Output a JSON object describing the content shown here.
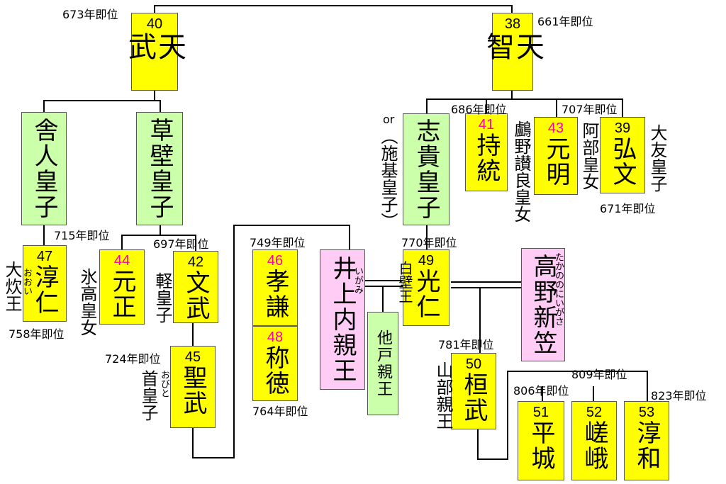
{
  "emperors": {
    "tenmu": {
      "num": "40",
      "name": "天武",
      "year": "673年即位"
    },
    "tenji": {
      "num": "38",
      "name": "天智",
      "year": "661年即位"
    },
    "jito": {
      "num": "41",
      "name": "持統",
      "year": "686年即位"
    },
    "genmei": {
      "num": "43",
      "name": "元明",
      "year": "707年即位"
    },
    "kobun": {
      "num": "39",
      "name": "弘文",
      "year": "671年即位"
    },
    "junnin": {
      "num": "47",
      "name": "淳仁",
      "year": "758年即位"
    },
    "gensho": {
      "num": "44",
      "name": "元正",
      "year": "715年即位"
    },
    "monmu": {
      "num": "42",
      "name": "文武",
      "year": "697年即位"
    },
    "shomu": {
      "num": "45",
      "name": "聖武",
      "year": "724年即位"
    },
    "koken": {
      "num": "46",
      "name": "孝謙",
      "year": "749年即位"
    },
    "shotoku": {
      "num": "48",
      "name": "称徳",
      "year": "764年即位"
    },
    "konin": {
      "num": "49",
      "name": "光仁",
      "year": "770年即位"
    },
    "kanmu": {
      "num": "50",
      "name": "桓武",
      "year": "781年即位"
    },
    "heizei": {
      "num": "51",
      "name": "平城",
      "year": "806年即位"
    },
    "saga": {
      "num": "52",
      "name": "嵯峨",
      "year": "809年即位"
    },
    "junna": {
      "num": "53",
      "name": "淳和",
      "year": "823年即位"
    }
  },
  "others": {
    "toneri": "舎人皇子",
    "kusakabe": "草壁皇子",
    "shiki": "志貴皇子",
    "inoue": "井上内親王",
    "osabe": "他戸親王",
    "takano": "高野新笠"
  },
  "labels": {
    "shiki_alt": "（施基皇子）",
    "shiki_or": "or",
    "jito_personal": "鸕野讃良皇女",
    "genmei_personal": "阿部皇女",
    "kobun_personal": "大友皇子",
    "junnin_personal": "大炊王",
    "gensho_personal": "氷高皇女",
    "monmu_personal": "軽皇子",
    "shomu_personal": "首皇子",
    "konin_personal": "白壁王",
    "kanmu_personal": "山部親王"
  },
  "ruby": {
    "junnin": "おおい",
    "shomu": "おびと",
    "inoue": "いがみ",
    "takano": "たかののにいがさ"
  },
  "colors": {
    "emperor": "#ffff00",
    "prince": "#ccffaa",
    "princess": "#ffccf5",
    "female_number": "#ff00aa"
  }
}
